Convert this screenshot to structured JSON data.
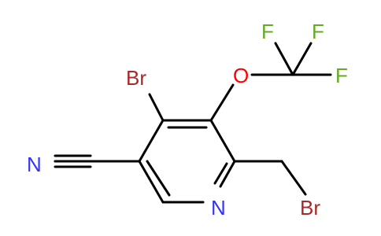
{
  "molecule": {
    "atoms": {
      "ring_nitrogen": {
        "label": "N",
        "color": "#3333ff"
      },
      "nitrile_nitrogen": {
        "label": "N",
        "color": "#3333ff"
      },
      "ring_bromine": {
        "label": "Br",
        "color": "#a52a2a"
      },
      "methyl_bromine": {
        "label": "Br",
        "color": "#a52a2a"
      },
      "oxygen": {
        "label": "O",
        "color": "#ff0000"
      },
      "fluorine_left": {
        "label": "F",
        "color": "#66aa22"
      },
      "fluorine_right": {
        "label": "F",
        "color": "#66aa22"
      },
      "fluorine_bottom": {
        "label": "F",
        "color": "#66aa22"
      }
    },
    "bond_color": "#000000"
  }
}
